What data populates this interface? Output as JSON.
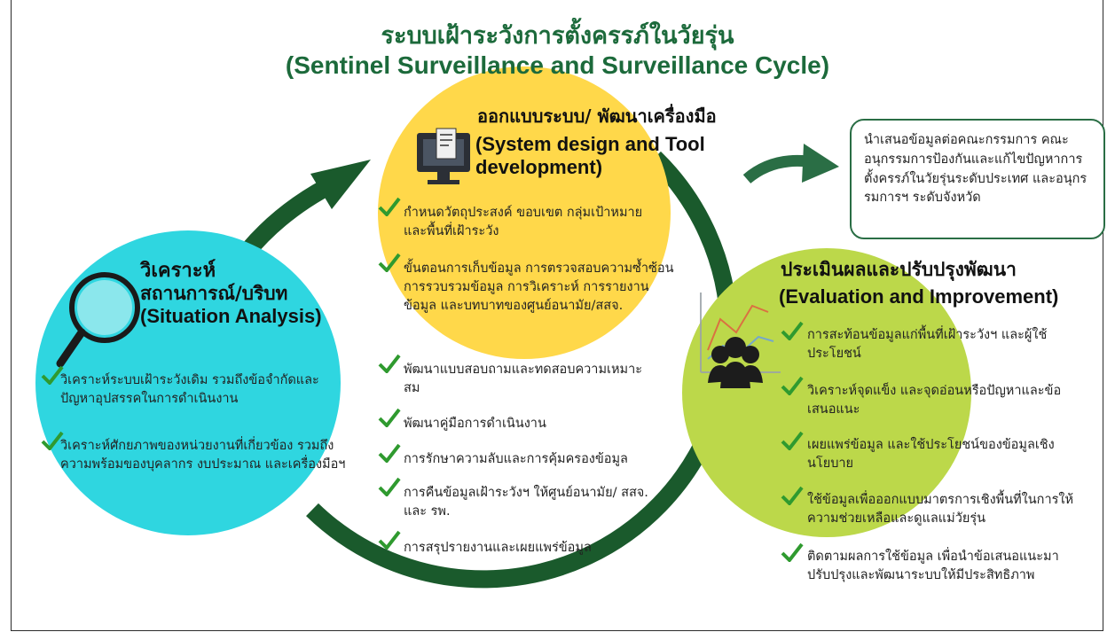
{
  "title_th": "ระบบเฝ้าระวังการตั้งครรภ์ในวัยรุ่น",
  "title_en": "(Sentinel Surveillance and Surveillance Cycle)",
  "situation": {
    "heading_th_1": "วิเคราะห์",
    "heading_th_2": "สถานการณ์/บริบท",
    "heading_en": "(Situation Analysis)",
    "items": [
      "วิเคราะห์ระบบเฝ้าระวังเดิม รวมถึงข้อจำกัดและปัญหาอุปสรรคในการดำเนินงาน",
      "วิเคราะห์ศักยภาพของหน่วยงานที่เกี่ยวข้อง รวมถึงความพร้อมของบุคลากร งบประมาณ และเครื่องมือฯ"
    ]
  },
  "design": {
    "heading_th": "ออกแบบระบบ/ พัฒนาเครื่องมือ",
    "heading_en_1": "(System design and Tool",
    "heading_en_2": "development)",
    "items": [
      "กำหนดวัตถุประสงค์ ขอบเขต กลุ่มเป้าหมาย และพื้นที่เฝ้าระวัง",
      "ขั้นตอนการเก็บข้อมูล การตรวจสอบความซ้ำซ้อน การรวบรวมข้อมูล การวิเคราะห์ การรายงานข้อมูล และบทบาทของศูนย์อนามัย/สสจ.",
      "พัฒนาแบบสอบถามและทดสอบความเหมาะสม",
      "พัฒนาคู่มือการดำเนินงาน",
      "การรักษาความลับและการคุ้มครองข้อมูล",
      "การคืนข้อมูลเฝ้าระวังฯ ให้ศูนย์อนามัย/ สสจ. และ รพ.",
      "การสรุปรายงานและเผยแพร่ข้อมูล"
    ]
  },
  "evaluation": {
    "heading_th": "ประเมินผลและปรับปรุงพัฒนา",
    "heading_en": "(Evaluation and Improvement)",
    "items": [
      "การสะท้อนข้อมูลแก่พื้นที่เฝ้าระวังฯ และผู้ใช้ประโยชน์",
      "วิเคราะห์จุดแข็ง และจุดอ่อนหรือปัญหาและข้อเสนอแนะ",
      "เผยแพร่ข้อมูล และใช้ประโยชน์ของข้อมูลเชิงนโยบาย",
      "ใช้ข้อมูลเพื่อออกแบบมาตรการเชิงพื้นที่ในการให้ความช่วยเหลือและดูแลแม่วัยรุ่น",
      "ติดตามผลการใช้ข้อมูล เพื่อนำข้อเสนอแนะมาปรับปรุงและพัฒนาระบบให้มีประสิทธิภาพ"
    ]
  },
  "note_text": "นำเสนอข้อมูลต่อคณะกรรมการ คณะอนุกรรมการป้องกันและแก้ไขปัญหาการตั้งครรภ์ในวัยรุ่นระดับประเทศ และอนุกรรมการฯ ระดับจังหวัด",
  "colors": {
    "title": "#1c6a3b",
    "arrow": "#1a5a2c",
    "situation_circle": "#2fd6e0",
    "design_circle": "#ffd84a",
    "evaluation_circle": "#bcd84a",
    "check": "#2f9a2f"
  },
  "icons": [
    "magnifier-icon",
    "computer-icon",
    "people-icon",
    "line-chart-icon",
    "check-icon"
  ]
}
